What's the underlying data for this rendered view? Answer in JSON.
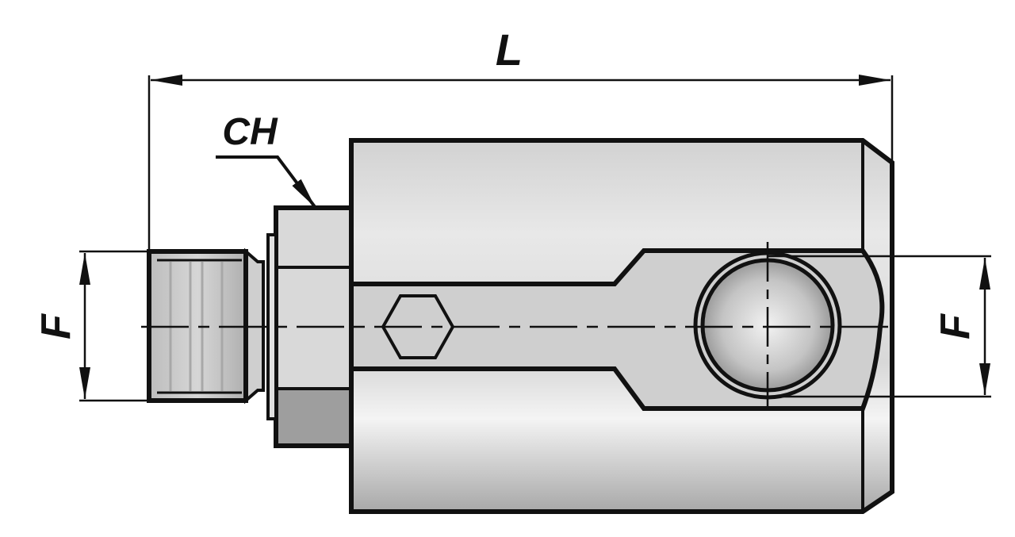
{
  "drawing": {
    "length_label": "L",
    "wrench_label": "CH",
    "left_thread_label": "F",
    "right_port_label": "F"
  },
  "colors": {
    "line": "#111111",
    "metal_light": "#e6e6e6",
    "metal_mid": "#c8c8c8",
    "metal_dark": "#9a9a9a"
  }
}
